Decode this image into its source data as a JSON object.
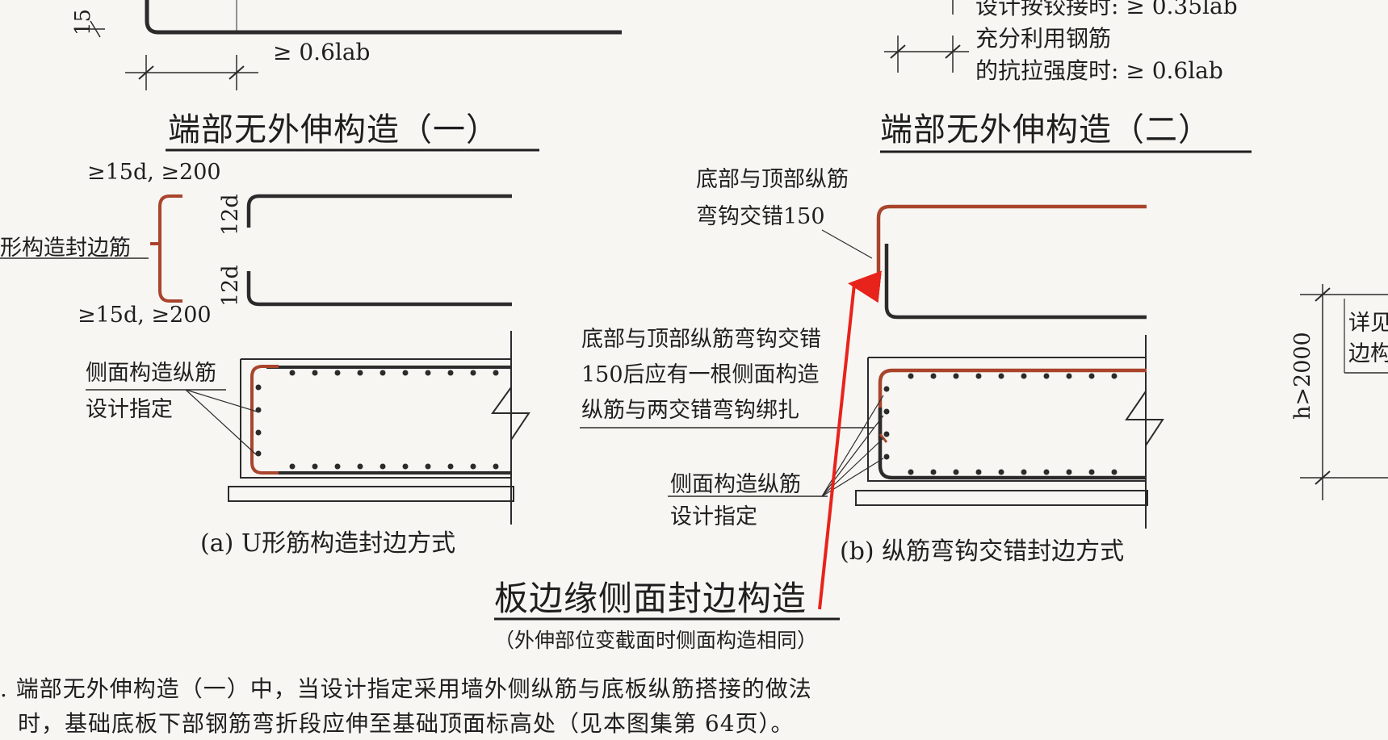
{
  "top_dims": {
    "left_15": "15",
    "left_06lab": "≥ 0.6lab",
    "right_line1": "设计按铰接时: ≥ 0.35lab",
    "right_line2": "充分利用钢筋",
    "right_line3": "的抗拉强度时: ≥ 0.6lab"
  },
  "headings": {
    "left": "端部无外伸构造（一）",
    "right": "端部无外伸构造（二）",
    "main": "板边缘侧面封边构造",
    "main_sub": "（外伸部位变截面时侧面构造相同）"
  },
  "diagram_a": {
    "top_dim": "≥15d, ≥200",
    "bottom_dim": "≥15d, ≥200",
    "u_bar_label": "形构造封边筋",
    "hook_top": "12d",
    "hook_bottom": "12d",
    "side_bar_label_1": "侧面构造纵筋",
    "side_bar_label_2": "设计指定",
    "caption": "(a)  U形筋构造封边方式"
  },
  "diagram_b": {
    "hook_label_1": "底部与顶部纵筋",
    "hook_label_2": "弯钩交错150",
    "note_1": "底部与顶部纵筋弯钩交错",
    "note_2": "150后应有一根侧面构造",
    "note_3": "纵筋与两交错弯钩绑扎",
    "side_bar_label_1": "侧面构造纵筋",
    "side_bar_label_2": "设计指定",
    "caption": "(b)  纵筋弯钩交错封边方式"
  },
  "right_partial": {
    "h_label": "h>2000",
    "detail_1": "详见",
    "detail_2": "边构"
  },
  "footnote": {
    "line1": ". 端部无外伸构造（一）中，当设计指定采用墙外侧纵筋与底板纵筋搭接的做法",
    "line2": "时，基础底板下部钢筋弯折段应伸至基础顶面标高处（见本图集第 64页）。"
  },
  "colors": {
    "rebar_black": "#2b2b2b",
    "rebar_red": "#a8452c",
    "annotation_arrow": "#e8231b"
  }
}
